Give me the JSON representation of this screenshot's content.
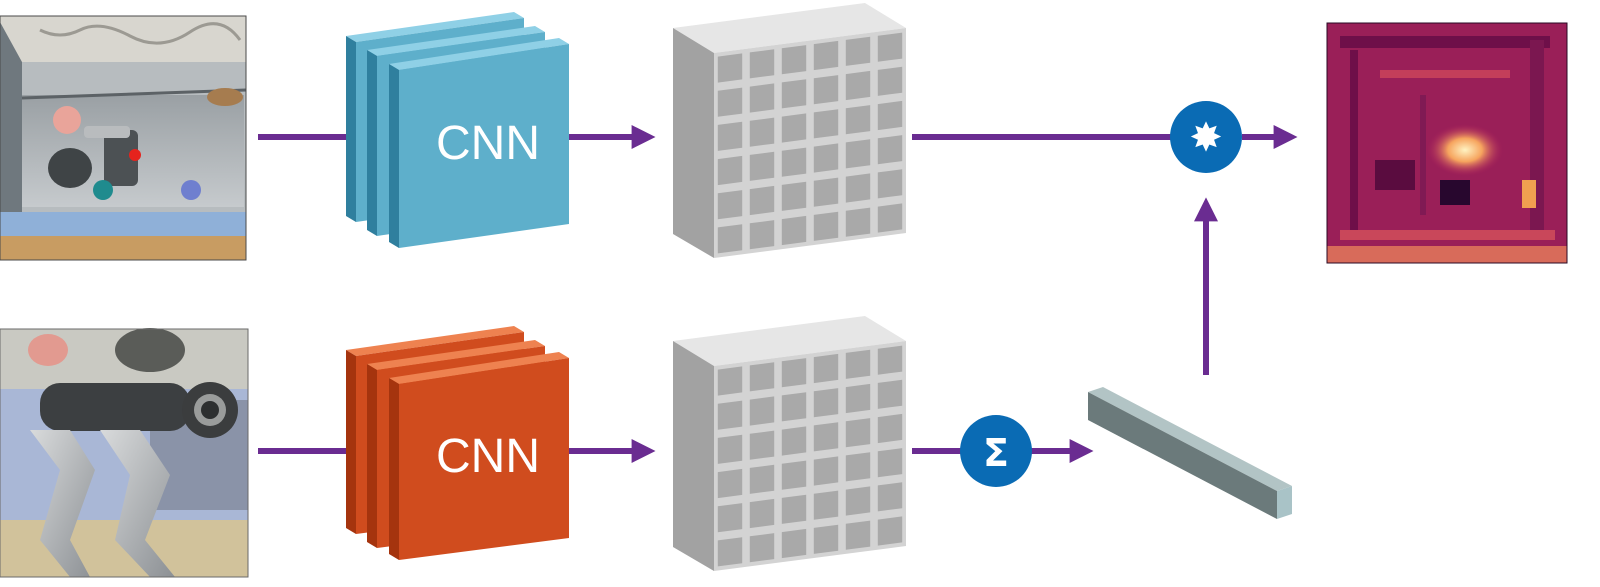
{
  "top_branch": {
    "cnn_label": "CNN",
    "cnn_color": "#5eafcb"
  },
  "bottom_branch": {
    "cnn_label": "CNN",
    "cnn_color": "#d04c1e"
  },
  "operators": {
    "sum_symbol": "Σ",
    "multiply_symbol": "✸",
    "color": "#0a6bb4"
  },
  "arrow_color": "#6a2c91",
  "inputs": {
    "scene_image": "scene-camera-photo",
    "gripper_image": "gripper-camera-photo"
  },
  "output": {
    "heatmap": "affordance-heatmap"
  }
}
